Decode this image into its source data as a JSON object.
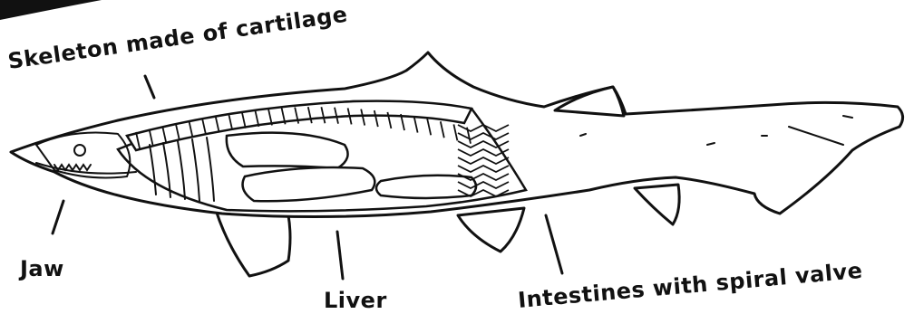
{
  "labels": {
    "skeleton": "Skeleton made of cartilage",
    "jaw": "Jaw",
    "liver": "Liver",
    "intestines": "Intestines with spiral valve"
  }
}
